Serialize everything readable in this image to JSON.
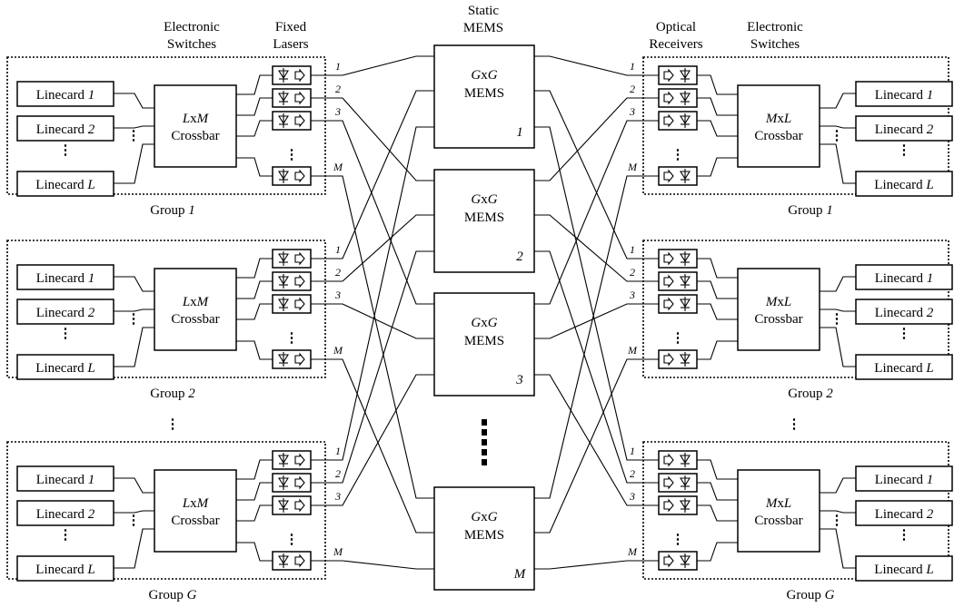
{
  "headers": {
    "left_switches_line1": "Electronic",
    "left_switches_line2": "Switches",
    "lasers_line1": "Fixed",
    "lasers_line2": "Lasers",
    "mems_line1": "Static",
    "mems_line2": "MEMS",
    "receivers_line1": "Optical",
    "receivers_line2": "Receivers",
    "right_switches_line1": "Electronic",
    "right_switches_line2": "Switches"
  },
  "linecards": [
    {
      "prefix": "Linecard ",
      "index": "1"
    },
    {
      "prefix": "Linecard ",
      "index": "2"
    },
    {
      "prefix": "Linecard ",
      "index": "L"
    }
  ],
  "left_crossbar": {
    "line1_a": "L",
    "line1_b": "x",
    "line1_c": "M",
    "line2": "Crossbar"
  },
  "right_crossbar": {
    "line1_a": "M",
    "line1_b": "x",
    "line1_c": "L",
    "line2": "Crossbar"
  },
  "port_labels": [
    "1",
    "2",
    "3",
    "M"
  ],
  "groups": [
    {
      "prefix": "Group ",
      "index": "1"
    },
    {
      "prefix": "Group ",
      "index": "2"
    },
    {
      "prefix": "Group ",
      "index": "G"
    }
  ],
  "mems": [
    {
      "line1_a": "G",
      "line1_b": "x",
      "line1_c": "G",
      "line2": "MEMS",
      "index": "1"
    },
    {
      "line1_a": "G",
      "line1_b": "x",
      "line1_c": "G",
      "line2": "MEMS",
      "index": "2"
    },
    {
      "line1_a": "G",
      "line1_b": "x",
      "line1_c": "G",
      "line2": "MEMS",
      "index": "3"
    },
    {
      "line1_a": "G",
      "line1_b": "x",
      "line1_c": "G",
      "line2": "MEMS",
      "index": "M"
    }
  ],
  "ellipsis": "⋮"
}
